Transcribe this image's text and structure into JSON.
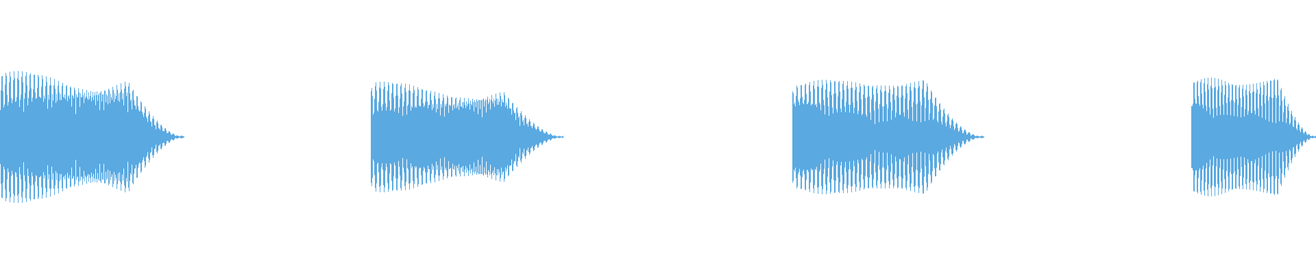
{
  "waveform": {
    "color": "#5aa9e1",
    "background": "#ffffff",
    "segments": [
      {
        "start": 0.0,
        "end": 0.14,
        "level": 0.88,
        "cycles": 46,
        "phase": 0.2
      },
      {
        "start": 0.282,
        "end": 0.428,
        "level": 0.72,
        "cycles": 46,
        "phase": 0.5
      },
      {
        "start": 0.602,
        "end": 0.748,
        "level": 0.76,
        "cycles": 46,
        "phase": 0.3
      },
      {
        "start": 0.905,
        "end": 1.0,
        "level": 0.78,
        "cycles": 36,
        "phase": 0.7
      }
    ]
  }
}
